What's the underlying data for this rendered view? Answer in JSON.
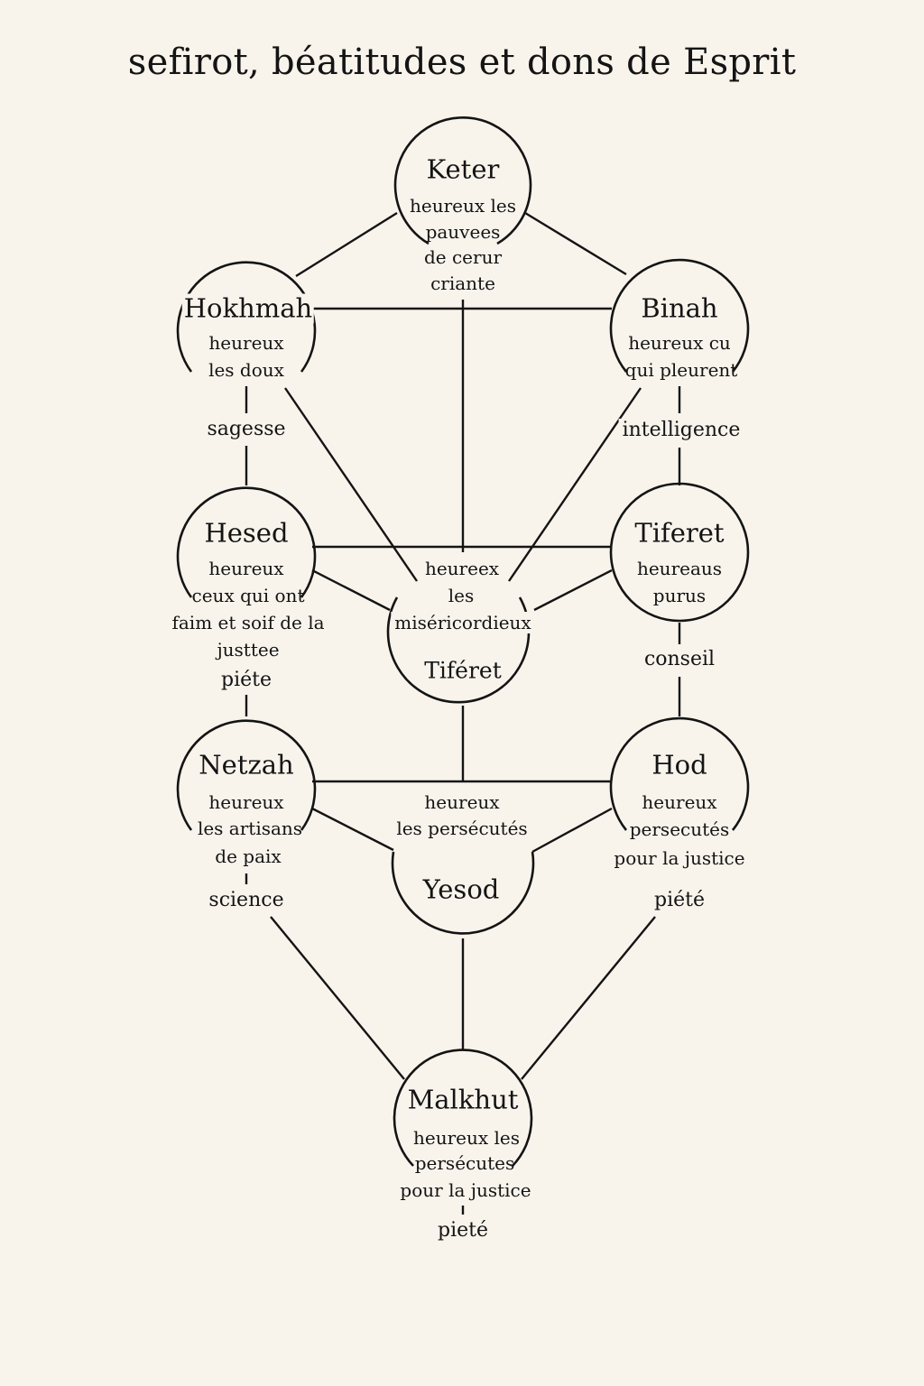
{
  "title": "sefirot, béatitudes et dons de Esprit",
  "nodes": {
    "keter": {
      "name": "Keter",
      "lines": [
        "heureux les",
        "pauvees",
        "de cerur",
        "criante"
      ]
    },
    "hokhmah": {
      "name": "Hokhmah",
      "lines": [
        "heureux",
        "les doux"
      ],
      "gift": "sagesse"
    },
    "binah": {
      "name": "Binah",
      "lines": [
        "heureux cu",
        "qui pleurent"
      ],
      "gift": "intelligence"
    },
    "hesed": {
      "name": "Hesed",
      "lines": [
        "heureux",
        "ceux qui ont",
        "faim et soif de la",
        "justtee"
      ],
      "gift": "piéte"
    },
    "tiferet": {
      "name": "Tiferet",
      "lines": [
        "heureaus",
        "purus"
      ],
      "gift": "conseil"
    },
    "center": {
      "name": "Tiféret",
      "lines": [
        "heureex",
        "les",
        "miséricordieux"
      ]
    },
    "netzah": {
      "name": "Netzah",
      "lines": [
        "heureux",
        "les artisans",
        "de paix"
      ],
      "gift": "science"
    },
    "hod": {
      "name": "Hod",
      "lines": [
        "heureux",
        "persecutés",
        "pour la justice"
      ],
      "gift": "piété"
    },
    "yesod": {
      "name": "Yesod",
      "lines": [
        "heureux",
        "les persécutés"
      ]
    },
    "malkhut": {
      "name": "Malkhut",
      "lines": [
        "heureux les",
        "persécutes",
        "pour la justice"
      ],
      "gift": "pieté"
    }
  }
}
